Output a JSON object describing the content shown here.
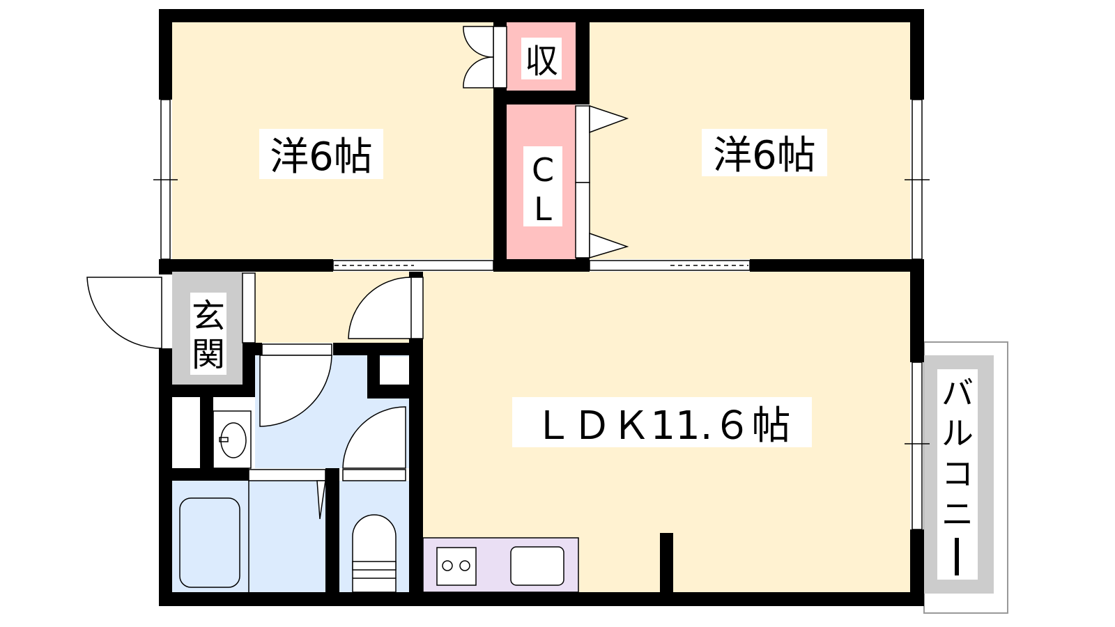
{
  "colors": {
    "room": "#fff2d1",
    "storage": "#ffc1c1",
    "wet": "#dcebfd",
    "entrance": "#cccccc",
    "kitchen": "#eadff4",
    "wall": "#000000"
  },
  "rooms": {
    "western_left": "洋6帖",
    "western_right": "洋6帖",
    "storage": "収",
    "closet_top": "C",
    "closet_bottom": "L",
    "entrance_top": "玄",
    "entrance_bottom": "関",
    "ldk": "ＬＤＫ11.６帖",
    "balcony": [
      "バ",
      "ル",
      "コ",
      "ニ",
      "ー"
    ]
  }
}
